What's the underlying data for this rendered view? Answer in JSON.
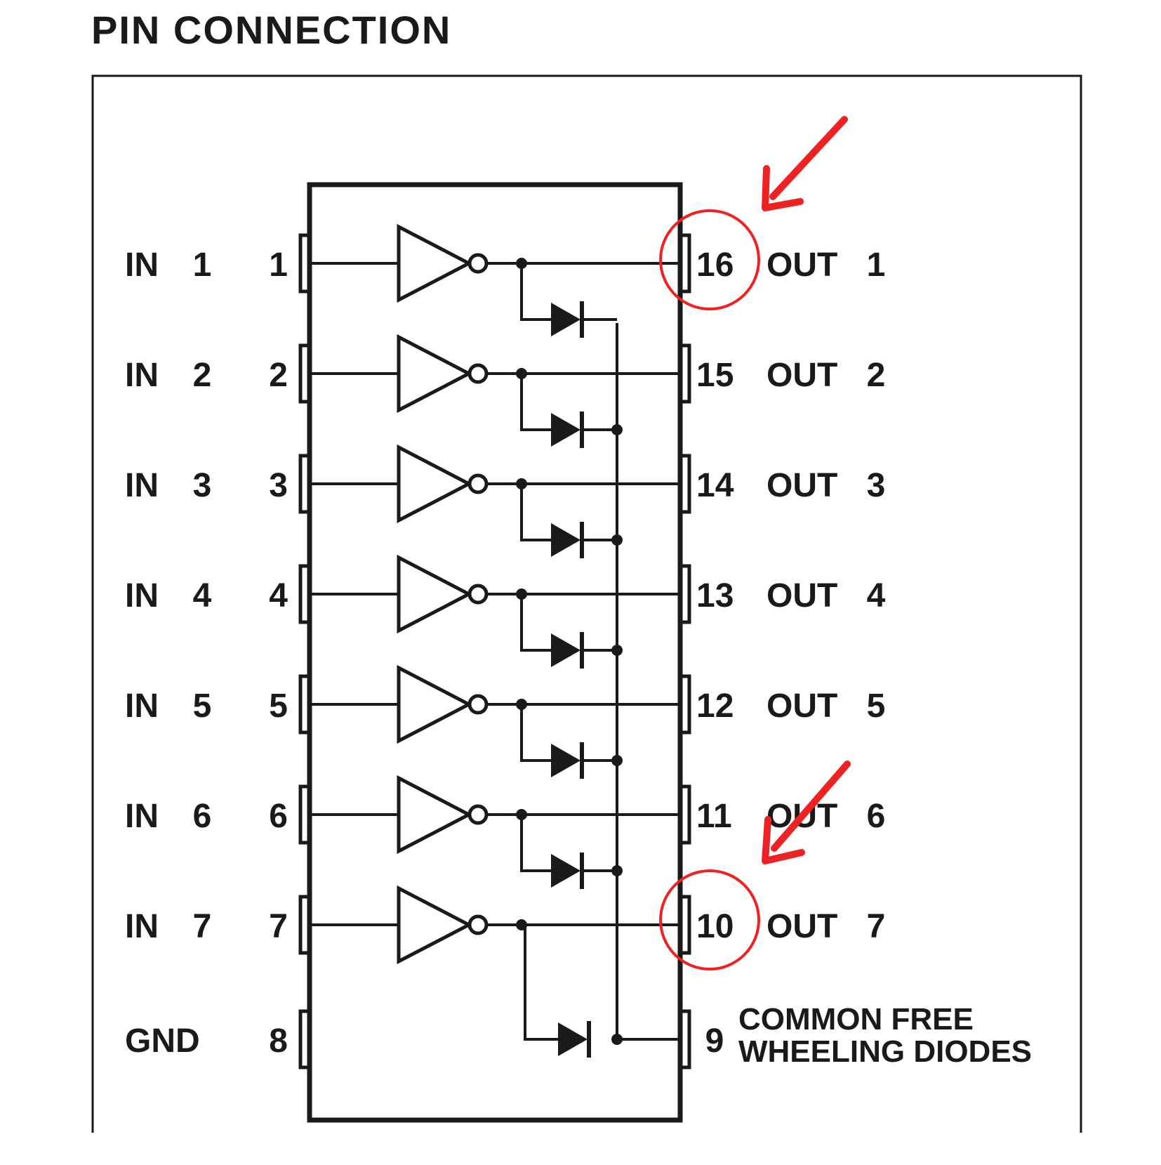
{
  "title": "PIN CONNECTION",
  "left_pins": [
    {
      "name": "IN",
      "num": "1",
      "pin": "1"
    },
    {
      "name": "IN",
      "num": "2",
      "pin": "2"
    },
    {
      "name": "IN",
      "num": "3",
      "pin": "3"
    },
    {
      "name": "IN",
      "num": "4",
      "pin": "4"
    },
    {
      "name": "IN",
      "num": "5",
      "pin": "5"
    },
    {
      "name": "IN",
      "num": "6",
      "pin": "6"
    },
    {
      "name": "IN",
      "num": "7",
      "pin": "7"
    },
    {
      "name": "GND",
      "num": "",
      "pin": "8"
    }
  ],
  "right_pins": [
    {
      "pin": "16",
      "name": "OUT",
      "num": "1"
    },
    {
      "pin": "15",
      "name": "OUT",
      "num": "2"
    },
    {
      "pin": "14",
      "name": "OUT",
      "num": "3"
    },
    {
      "pin": "13",
      "name": "OUT",
      "num": "4"
    },
    {
      "pin": "12",
      "name": "OUT",
      "num": "5"
    },
    {
      "pin": "11",
      "name": "OUT",
      "num": "6"
    },
    {
      "pin": "10",
      "name": "OUT",
      "num": "7"
    }
  ],
  "pin9": {
    "pin": "9",
    "line1": "COMMON  FREE",
    "line2": "WHEELING  DIODES"
  },
  "highlighted_pins": [
    "16",
    "10"
  ],
  "colors": {
    "ink": "#1a1a1a",
    "annotation": "#ee2222",
    "background": "#ffffff"
  }
}
